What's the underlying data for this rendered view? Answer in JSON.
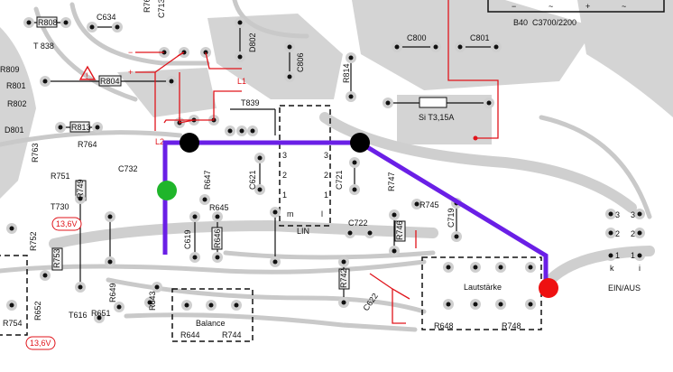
{
  "title": "PCB layout – power and volume section",
  "labels": {
    "r808": "R808",
    "c634": "C634",
    "r76": "R76",
    "c713": "C713",
    "d802": "D802",
    "c806": "C806",
    "t838": "T 838",
    "r809": "R809",
    "r801": "R801",
    "r802": "R802",
    "d801": "D801",
    "r804": "R804",
    "r813": "R813",
    "r763": "R763",
    "r764": "R764",
    "r751": "R751",
    "c732": "C732",
    "l1": "L1",
    "l2": "L2",
    "t839": "T839",
    "r814": "R814",
    "c800": "C800",
    "c801": "C801",
    "rectifier": "B40  C3700/2200",
    "fuse": "Si T3,15A",
    "rect_minus": "−",
    "rect_ac1": "~",
    "rect_plus": "+",
    "rect_ac2": "~",
    "r647": "R647",
    "c621": "C621",
    "c721": "C721",
    "r747": "R747",
    "r745": "R745",
    "c722": "C722",
    "r746": "R746",
    "c719": "C719",
    "r742": "R742",
    "c622": "C622",
    "lin": "LIN",
    "lin_m": "m",
    "lin_l": "l",
    "pin3a": "3",
    "pin2a": "2",
    "pin1a": "1",
    "pin3b": "3",
    "pin2b": "2",
    "pin1b": "1",
    "volume": "Lautstärke",
    "r648": "R648",
    "r748": "R748",
    "power_switch": "EIN/AUS",
    "sw_k": "k",
    "sw_i": "i",
    "sw3a": "3",
    "sw2a": "2",
    "sw1a": "1",
    "sw3b": "3",
    "sw2b": "2",
    "sw1b": "1",
    "t730": "T730",
    "v136a": "13,6V",
    "r752": "R752",
    "r753": "R753",
    "r749": "R749",
    "r754": "R754",
    "r652": "R652",
    "t616": "T616",
    "v136b": "13,6V",
    "r651": "R651",
    "r649": "R649",
    "r643": "R643",
    "c619": "C619",
    "r646": "R646",
    "r645": "R645",
    "balance": "Balance",
    "r644": "R644",
    "r744": "R744",
    "warn_minus": "−",
    "warn_plus": "+"
  },
  "colors": {
    "path": "#6a1fe6",
    "start": "#1fb52a",
    "end": "#ee1111",
    "node": "#000000",
    "annotation": "#e0141b"
  }
}
